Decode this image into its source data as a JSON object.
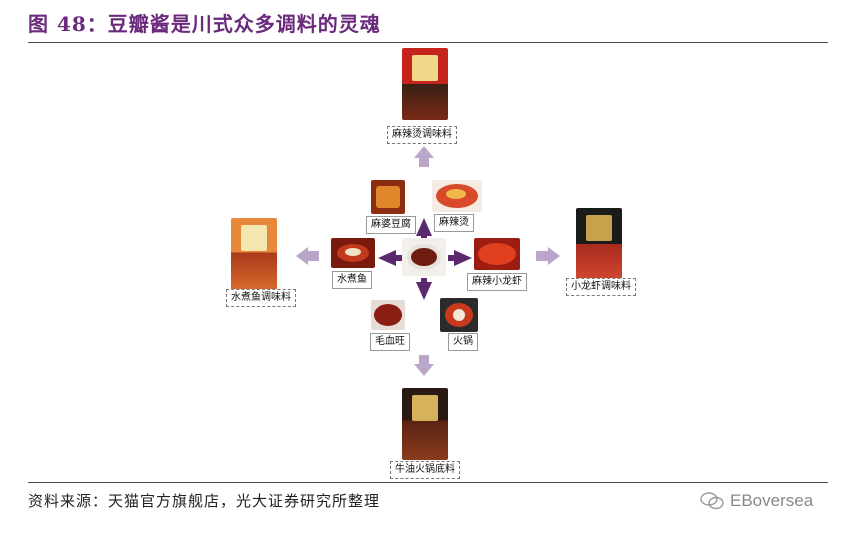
{
  "header": {
    "title": "图 48：豆瓣酱是川式众多调料的灵魂"
  },
  "footer": {
    "source": "资料来源：天猫官方旗舰店，光大证券研究所整理",
    "watermark": "EBoversea"
  },
  "center": {
    "icon": "doubanjiang-bowl-image"
  },
  "dishes": {
    "mapo": "麻婆豆腐",
    "malatang": "麻辣烫",
    "shuizhuyu": "水煮鱼",
    "xiaolongxia": "麻辣小龙虾",
    "maoxuewang": "毛血旺",
    "huoguo": "火锅"
  },
  "products": {
    "top": "麻辣烫调味料",
    "left": "水煮鱼调味料",
    "right": "小龙虾调味料",
    "bottom": "牛油火锅底料"
  },
  "colors": {
    "title": "#6b2a7c",
    "arrow_dark": "#5b2a6e",
    "arrow_light": "#b9a6c8"
  }
}
